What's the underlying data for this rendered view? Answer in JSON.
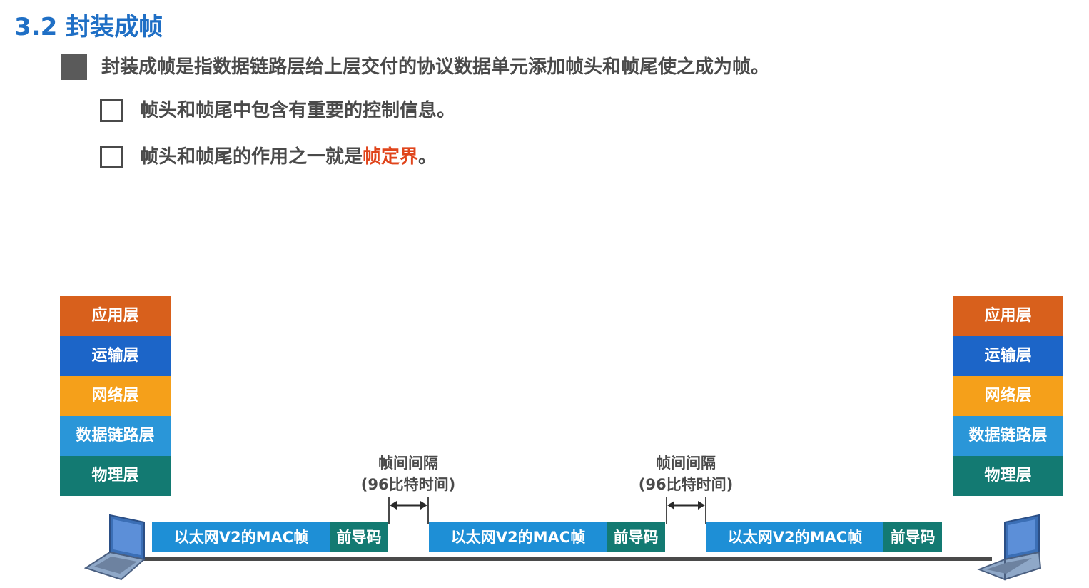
{
  "slide": {
    "title": "3.2 封装成帧",
    "main_point": "封装成帧是指数据链路层给上层交付的协议数据单元添加帧头和帧尾使之成为帧。",
    "sub_points": [
      {
        "text": "帧头和帧尾中包含有重要的控制信息。"
      },
      {
        "text_before": "帧头和帧尾的作用之一就是",
        "highlight": "帧定界",
        "text_after": "。"
      }
    ]
  },
  "layers": [
    "应用层",
    "运输层",
    "网络层",
    "数据链路层",
    "物理层"
  ],
  "frames": {
    "frame_label": "以太网V2的MAC帧",
    "preamble_label": "前导码"
  },
  "gap": {
    "line1": "帧间间隔",
    "line2": "(96比特时间)"
  },
  "colors": {
    "title": "#1f6fc5",
    "highlight": "#e0451c",
    "application_layer": "#d8601c",
    "transport_layer": "#1c65c8",
    "network_layer": "#f5a01a",
    "data_link_layer": "#2a96d8",
    "physical_layer": "#137a72",
    "frame": "#1e8fd6",
    "preamble": "#137a72"
  },
  "icons": [
    "laptop-icon",
    "double-arrow-icon"
  ]
}
